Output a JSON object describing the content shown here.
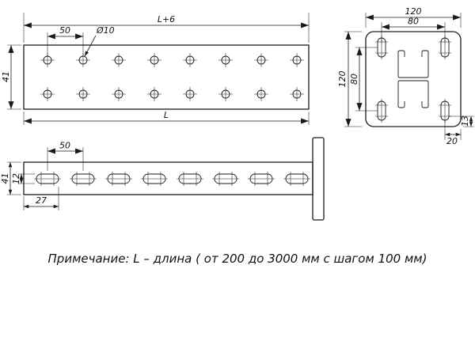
{
  "top_view": {
    "dim_length_top": "L+6",
    "dim_hole_pitch": "50",
    "dim_hole_diameter": "Ø10",
    "dim_width": "41",
    "dim_length_bottom": "L"
  },
  "end_view": {
    "dim_plate_width": "120",
    "dim_slot_spacing_horizontal": "80",
    "dim_plate_height": "120",
    "dim_slot_spacing_vertical": "80",
    "dim_lip": "13",
    "dim_edge_offset": "20"
  },
  "side_view": {
    "dim_slot_pitch": "50",
    "dim_height": "41",
    "dim_slot_width": "12",
    "dim_end_offset": "27"
  },
  "note": "Примечание: L – длина ( от 200 до 3000 мм с шагом 100 мм)"
}
